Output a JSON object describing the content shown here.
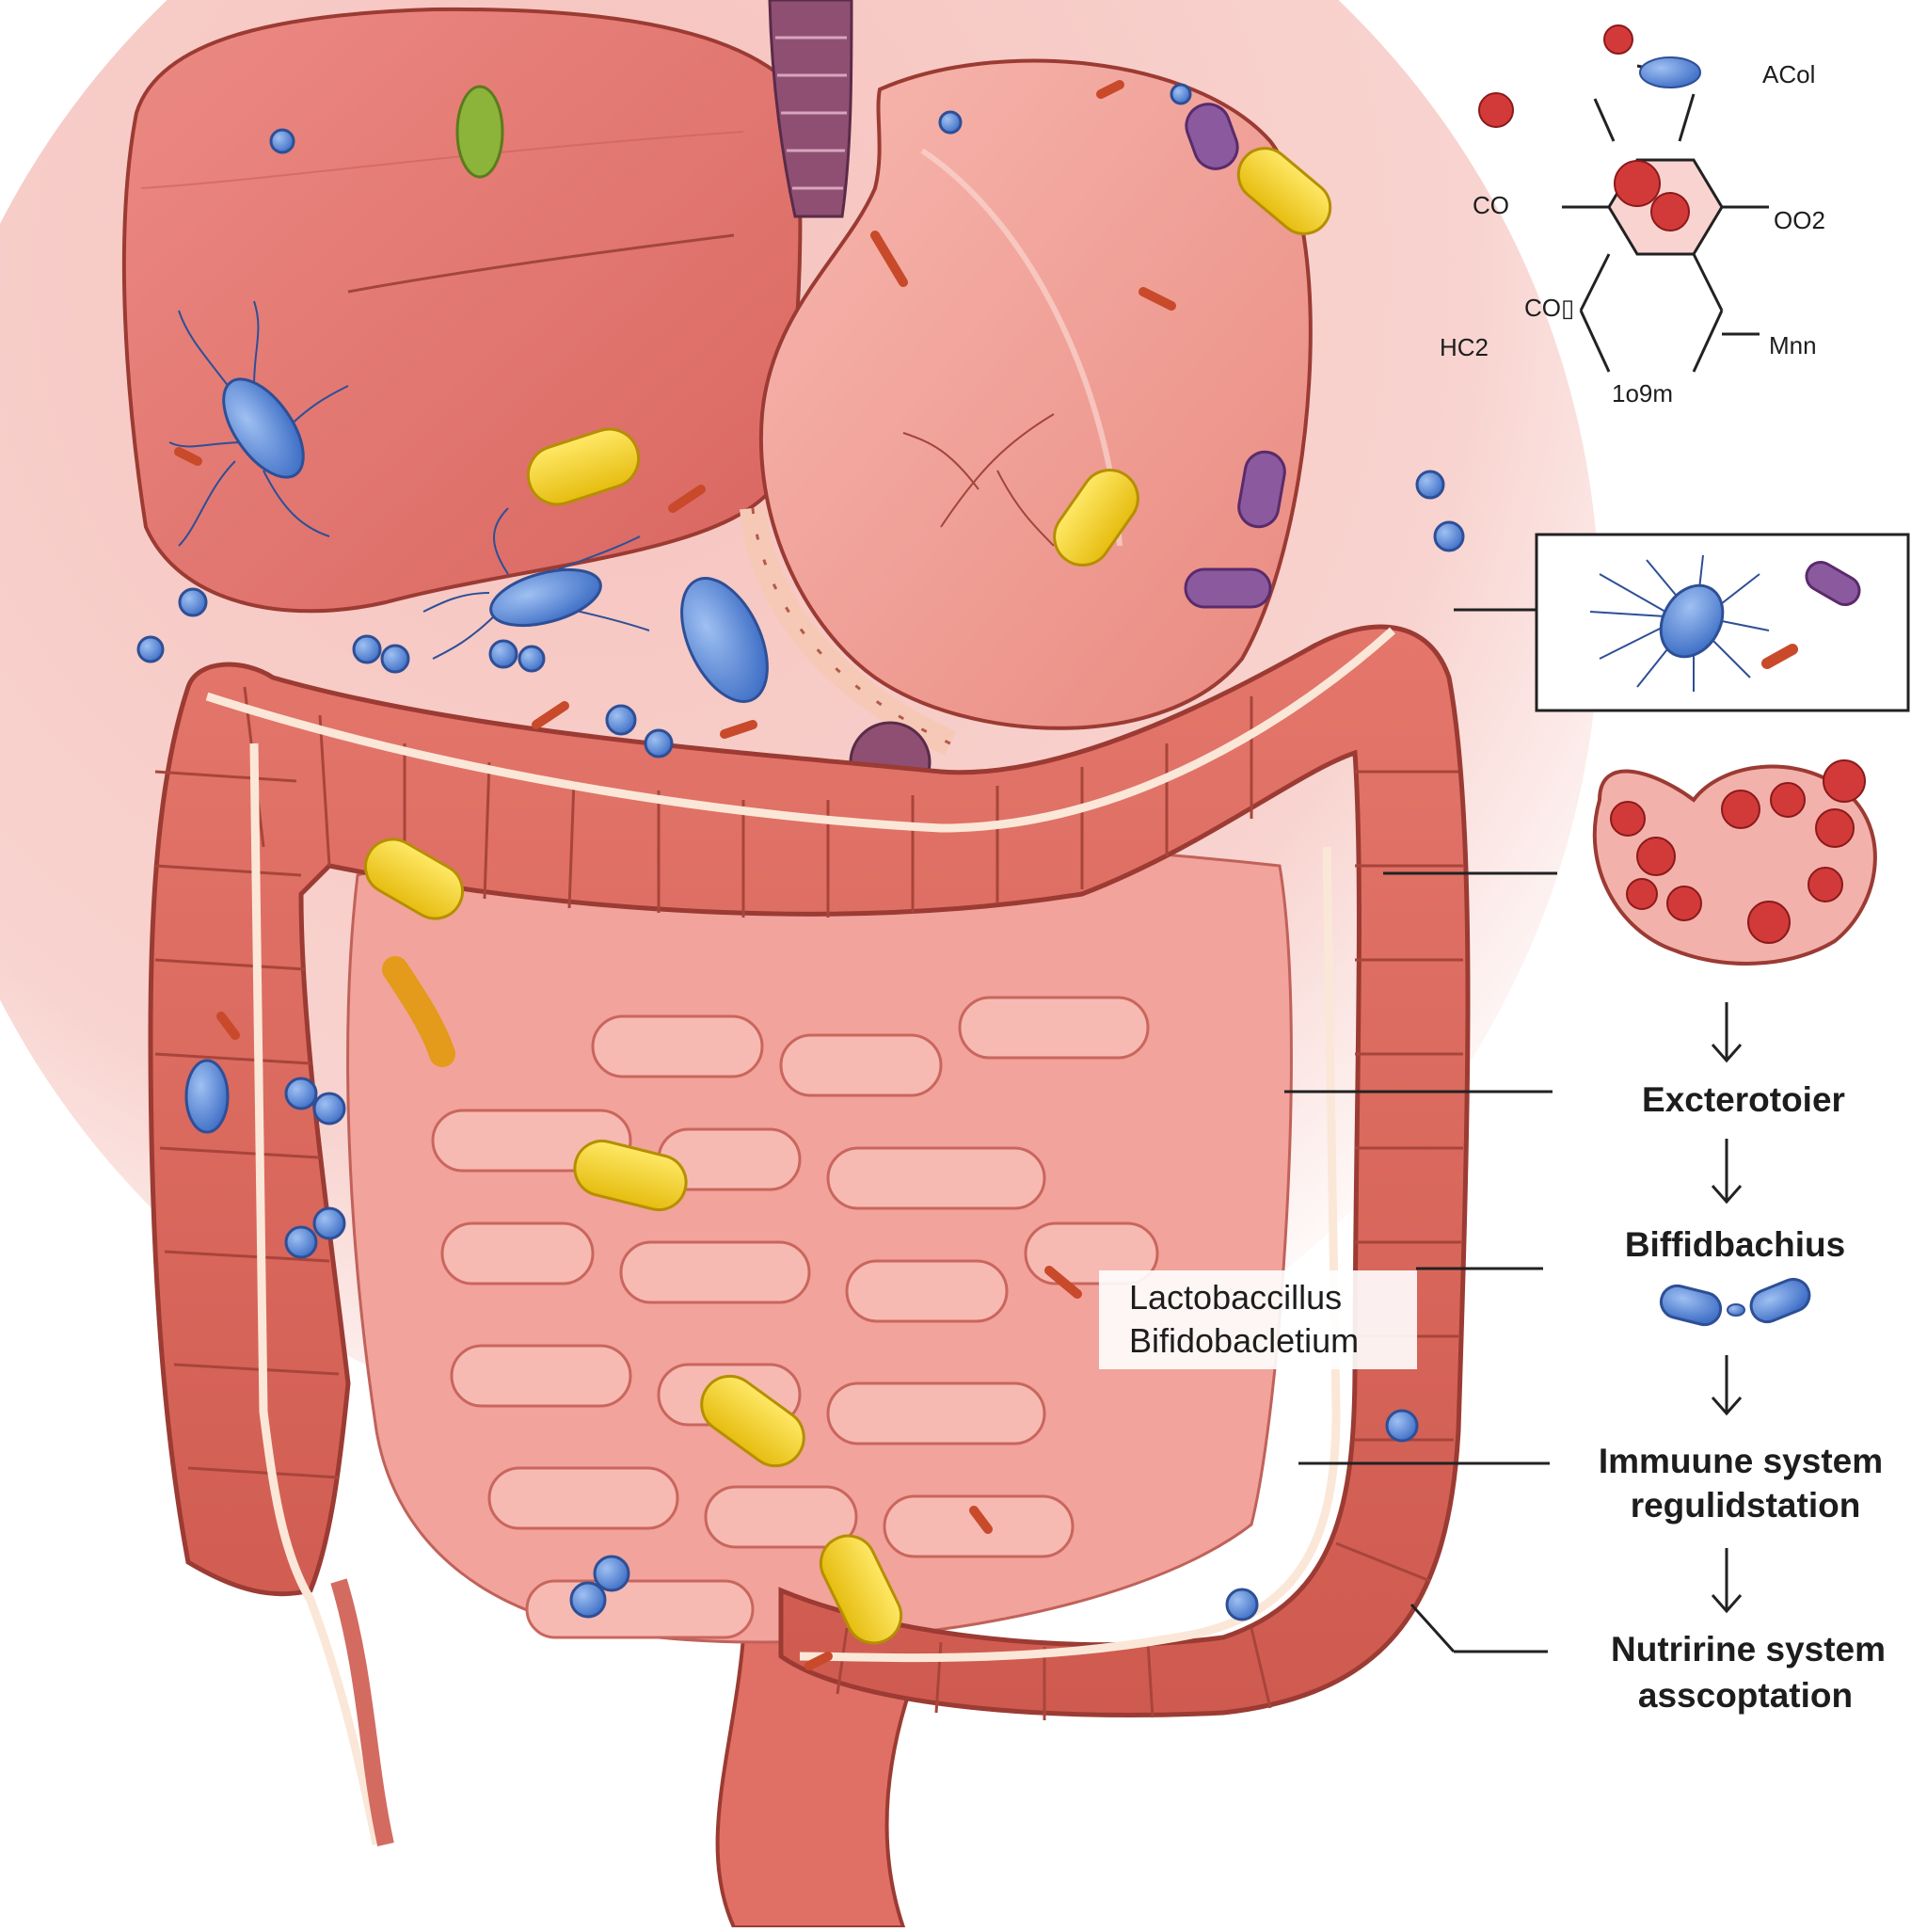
{
  "colors": {
    "background_glow": "#f6c2bd",
    "liver": "#e27a76",
    "stomach": "#f3a8a0",
    "colon": "#d9655a",
    "small_intestine": "#f2a39b",
    "lactobacillus": "#f5d321",
    "bifidobacterium": "#5b8ad6",
    "pathogen": "#c84a2a",
    "purple_bacterium": "#8b5a9e",
    "outline": "#9b3b33",
    "label_text": "#1d1d1d"
  },
  "diagram": {
    "center_label": {
      "line1": "Lactobaccillus",
      "line2": "Bifidobacletium"
    },
    "chemistry": {
      "labels": [
        "ACol",
        "CO",
        "OO2",
        "CO▯",
        "HC2",
        "Mnn",
        "1o9m"
      ]
    },
    "flow": [
      {
        "label": "Excterotoier"
      },
      {
        "label": "Biffidbachius"
      },
      {
        "label": "Immuune system",
        "label2": "regulidstation"
      },
      {
        "label": "Nutririne system",
        "label2": "asscoptation"
      }
    ],
    "icons": [
      "blue-flagellated-bacterium-icon",
      "purple-rod-bacterium-icon",
      "red-pathogen-icon",
      "blood-cell-cluster-icon",
      "bifidobacterium-pair-icon",
      "down-arrow-icon"
    ]
  }
}
